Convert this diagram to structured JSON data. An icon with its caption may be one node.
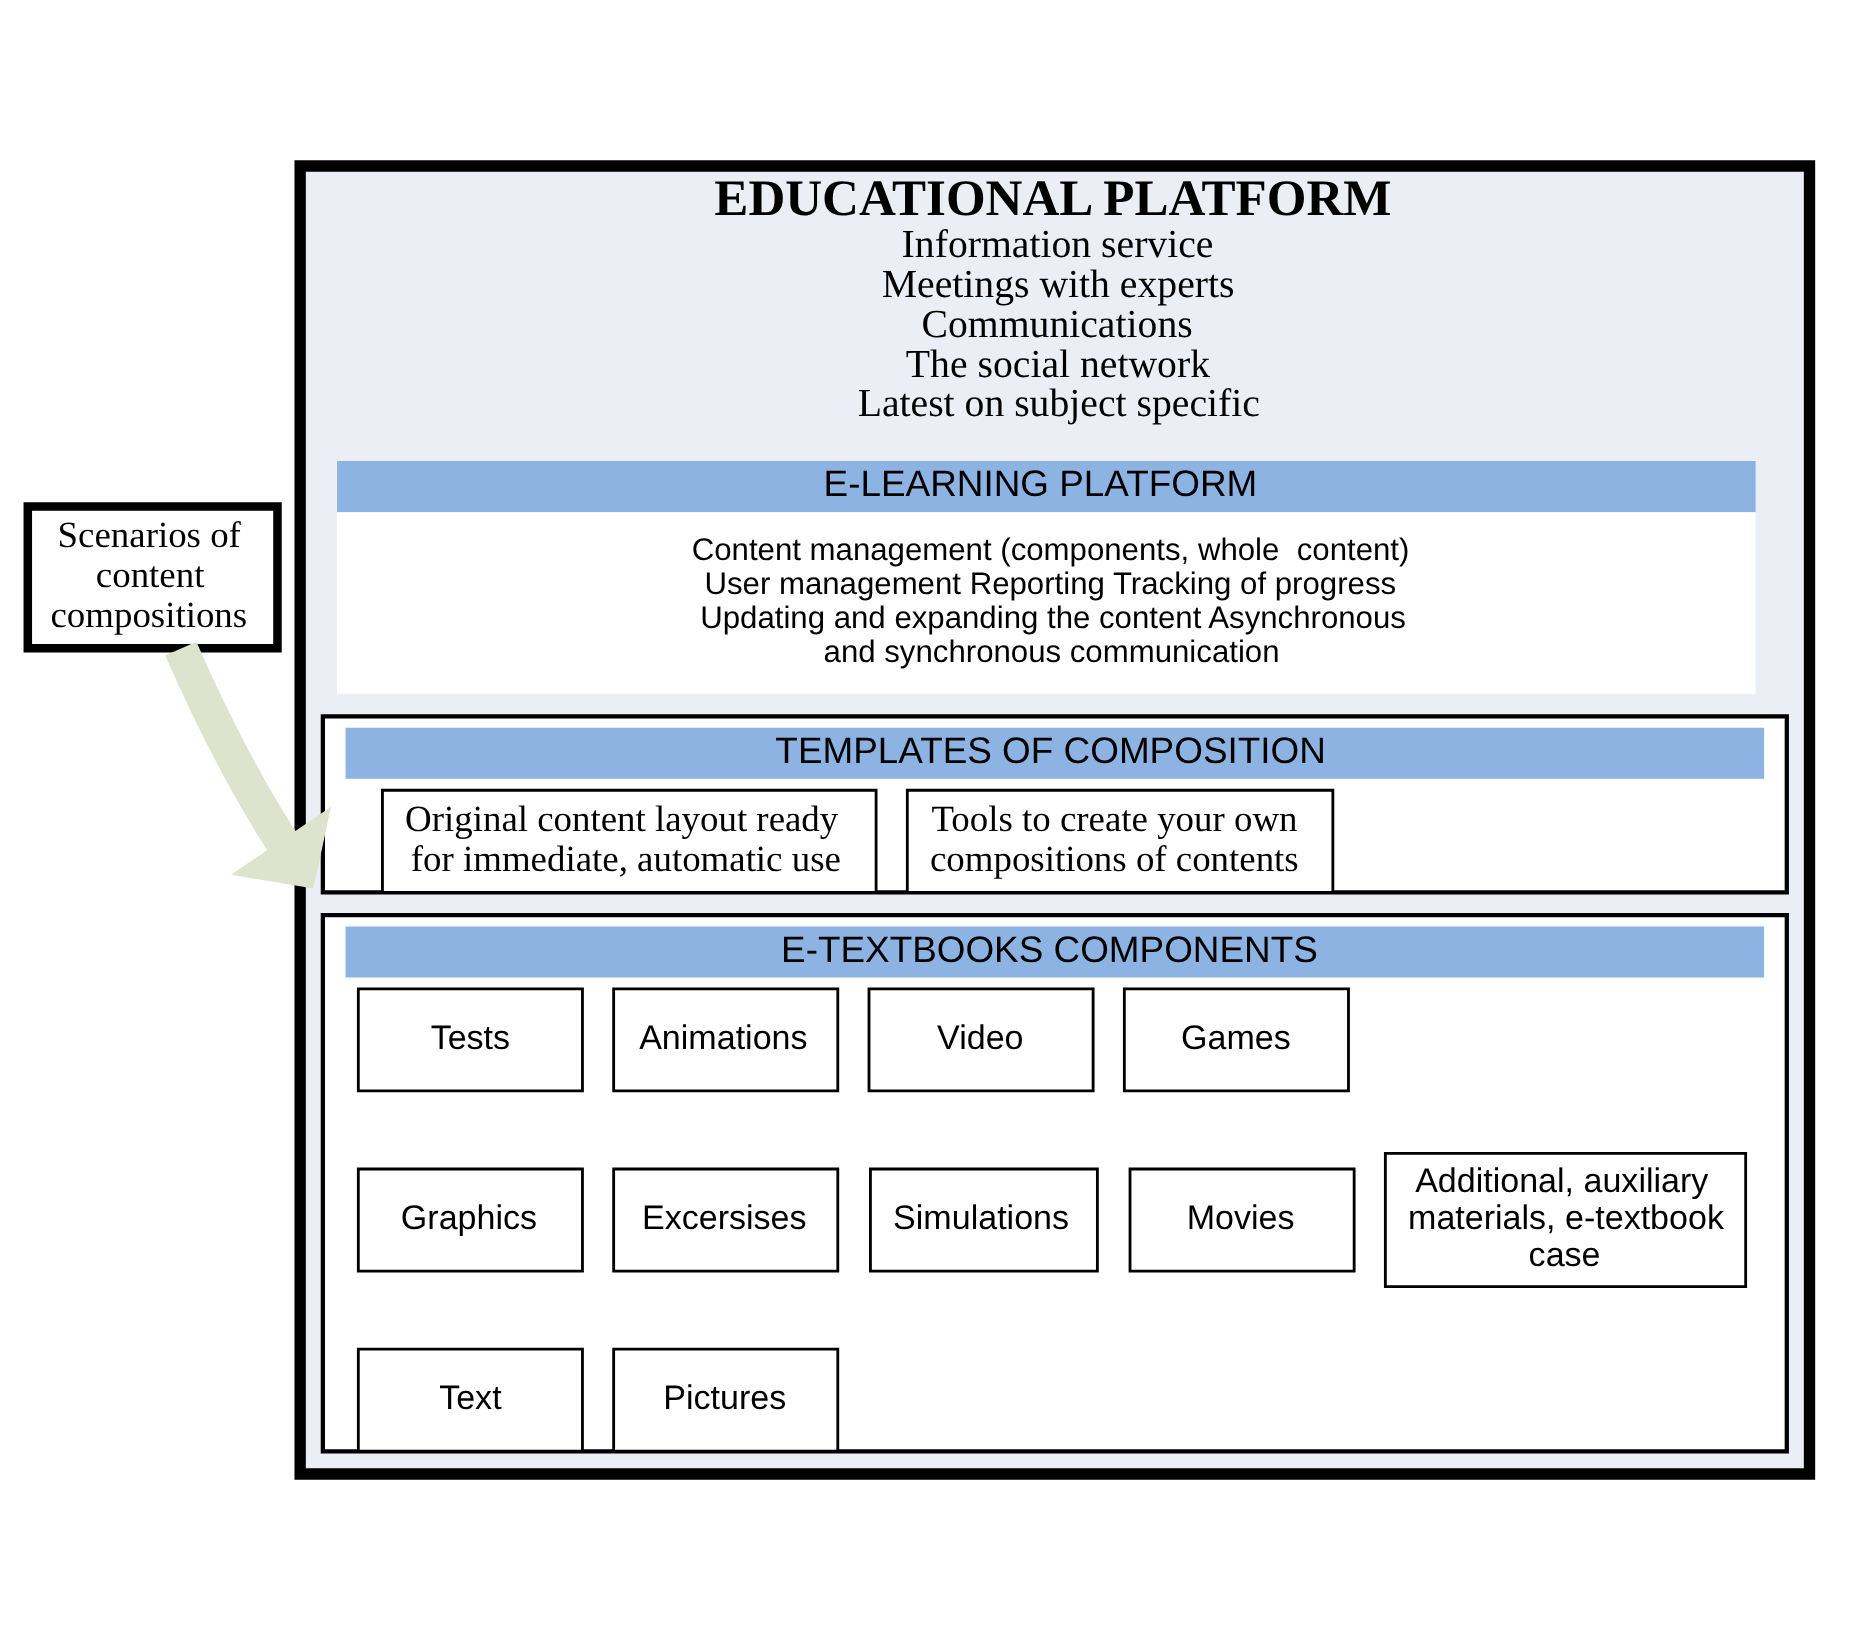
{
  "diagram": {
    "nodes": [
      {
        "text": [
          "EDUCATIONAL PLATFORM",
          "Information service",
          "Meetings with experts",
          "Communications",
          "The social network",
          "Latest on subject specific"
        ]
      },
      {
        "text": [
          "E-LEARNING PLATFORM",
          "Content management (components, whole  content) User management Reporting Tracking of progress Updating and expanding the content Asynchronous and synchronous communication"
        ],
        "in": 0
      },
      {
        "text": [
          "TEMPLATES OF COMPOSITION"
        ],
        "in": 0
      },
      {
        "text": [
          "Original content layout ready for immediate, automatic use"
        ],
        "in": 2
      },
      {
        "text": [
          "Tools to create your own compositions of contents"
        ],
        "in": 2
      },
      {
        "text": [
          "E-TEXTBOOKS COMPONENTS"
        ],
        "in": 0
      },
      {
        "text": [
          "Tests"
        ],
        "in": 5
      },
      {
        "text": [
          "Animations"
        ],
        "in": 5
      },
      {
        "text": [
          "Video"
        ],
        "in": 5
      },
      {
        "text": [
          "Games"
        ],
        "in": 5
      },
      {
        "text": [
          "Graphics"
        ],
        "in": 5
      },
      {
        "text": [
          "Excersises"
        ],
        "in": 5
      },
      {
        "text": [
          "Simulations"
        ],
        "in": 5
      },
      {
        "text": [
          "Movies"
        ],
        "in": 5
      },
      {
        "text": [
          "Text"
        ],
        "in": 5
      },
      {
        "text": [
          "Pictures"
        ],
        "in": 5
      },
      {
        "text": [
          "Additional, auxiliary materials, e-textbook case"
        ],
        "in": 5
      },
      {
        "text": [
          "Scenarios of content compositions"
        ]
      }
    ],
    "edges": [
      {
        "from": 17,
        "to": 0,
        "arrow": "to",
        "color": "#dde3cc"
      }
    ]
  }
}
